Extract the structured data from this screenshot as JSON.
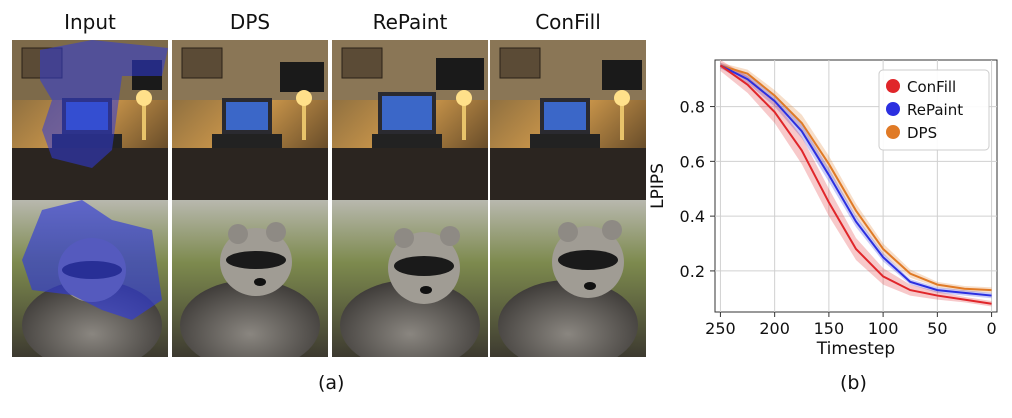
{
  "figure_a": {
    "caption": "(a)",
    "columns": [
      "Input",
      "DPS",
      "RePaint",
      "ConFill"
    ],
    "rows": [
      {
        "scene": "desk-with-laptop-and-lamp"
      },
      {
        "scene": "raccoon-closeup"
      }
    ],
    "mask_color": "#2f3bd9"
  },
  "figure_b": {
    "caption": "(b)"
  },
  "chart_data": {
    "type": "line",
    "xlabel": "Timestep",
    "ylabel": "LPIPS",
    "x_reversed": true,
    "xlim": [
      255,
      -5
    ],
    "ylim": [
      0.05,
      0.97
    ],
    "xticks": [
      250,
      200,
      150,
      100,
      50,
      0
    ],
    "yticks": [
      0.2,
      0.4,
      0.6,
      0.8
    ],
    "xtick_labels": [
      "250",
      "200",
      "150",
      "100",
      "50",
      "0"
    ],
    "ytick_labels": [
      "0.2",
      "0.4",
      "0.6",
      "0.8"
    ],
    "grid": true,
    "legend_position": "top-right",
    "x": [
      250,
      225,
      200,
      175,
      150,
      125,
      100,
      75,
      50,
      25,
      0
    ],
    "series": [
      {
        "name": "ConFill",
        "color": "#e0262a",
        "values": [
          0.95,
          0.88,
          0.78,
          0.64,
          0.45,
          0.28,
          0.18,
          0.13,
          0.11,
          0.095,
          0.08
        ],
        "band": [
          0.02,
          0.03,
          0.04,
          0.05,
          0.05,
          0.04,
          0.03,
          0.02,
          0.015,
          0.01,
          0.01
        ]
      },
      {
        "name": "RePaint",
        "color": "#2b2fe0",
        "values": [
          0.95,
          0.9,
          0.82,
          0.71,
          0.55,
          0.38,
          0.25,
          0.16,
          0.13,
          0.12,
          0.11
        ],
        "band": [
          0.01,
          0.015,
          0.02,
          0.025,
          0.025,
          0.02,
          0.015,
          0.01,
          0.01,
          0.01,
          0.01
        ]
      },
      {
        "name": "DPS",
        "color": "#e07a26",
        "values": [
          0.95,
          0.92,
          0.84,
          0.74,
          0.59,
          0.42,
          0.28,
          0.19,
          0.15,
          0.135,
          0.13
        ],
        "band": [
          0.01,
          0.015,
          0.02,
          0.03,
          0.03,
          0.025,
          0.02,
          0.015,
          0.01,
          0.01,
          0.01
        ]
      }
    ]
  }
}
